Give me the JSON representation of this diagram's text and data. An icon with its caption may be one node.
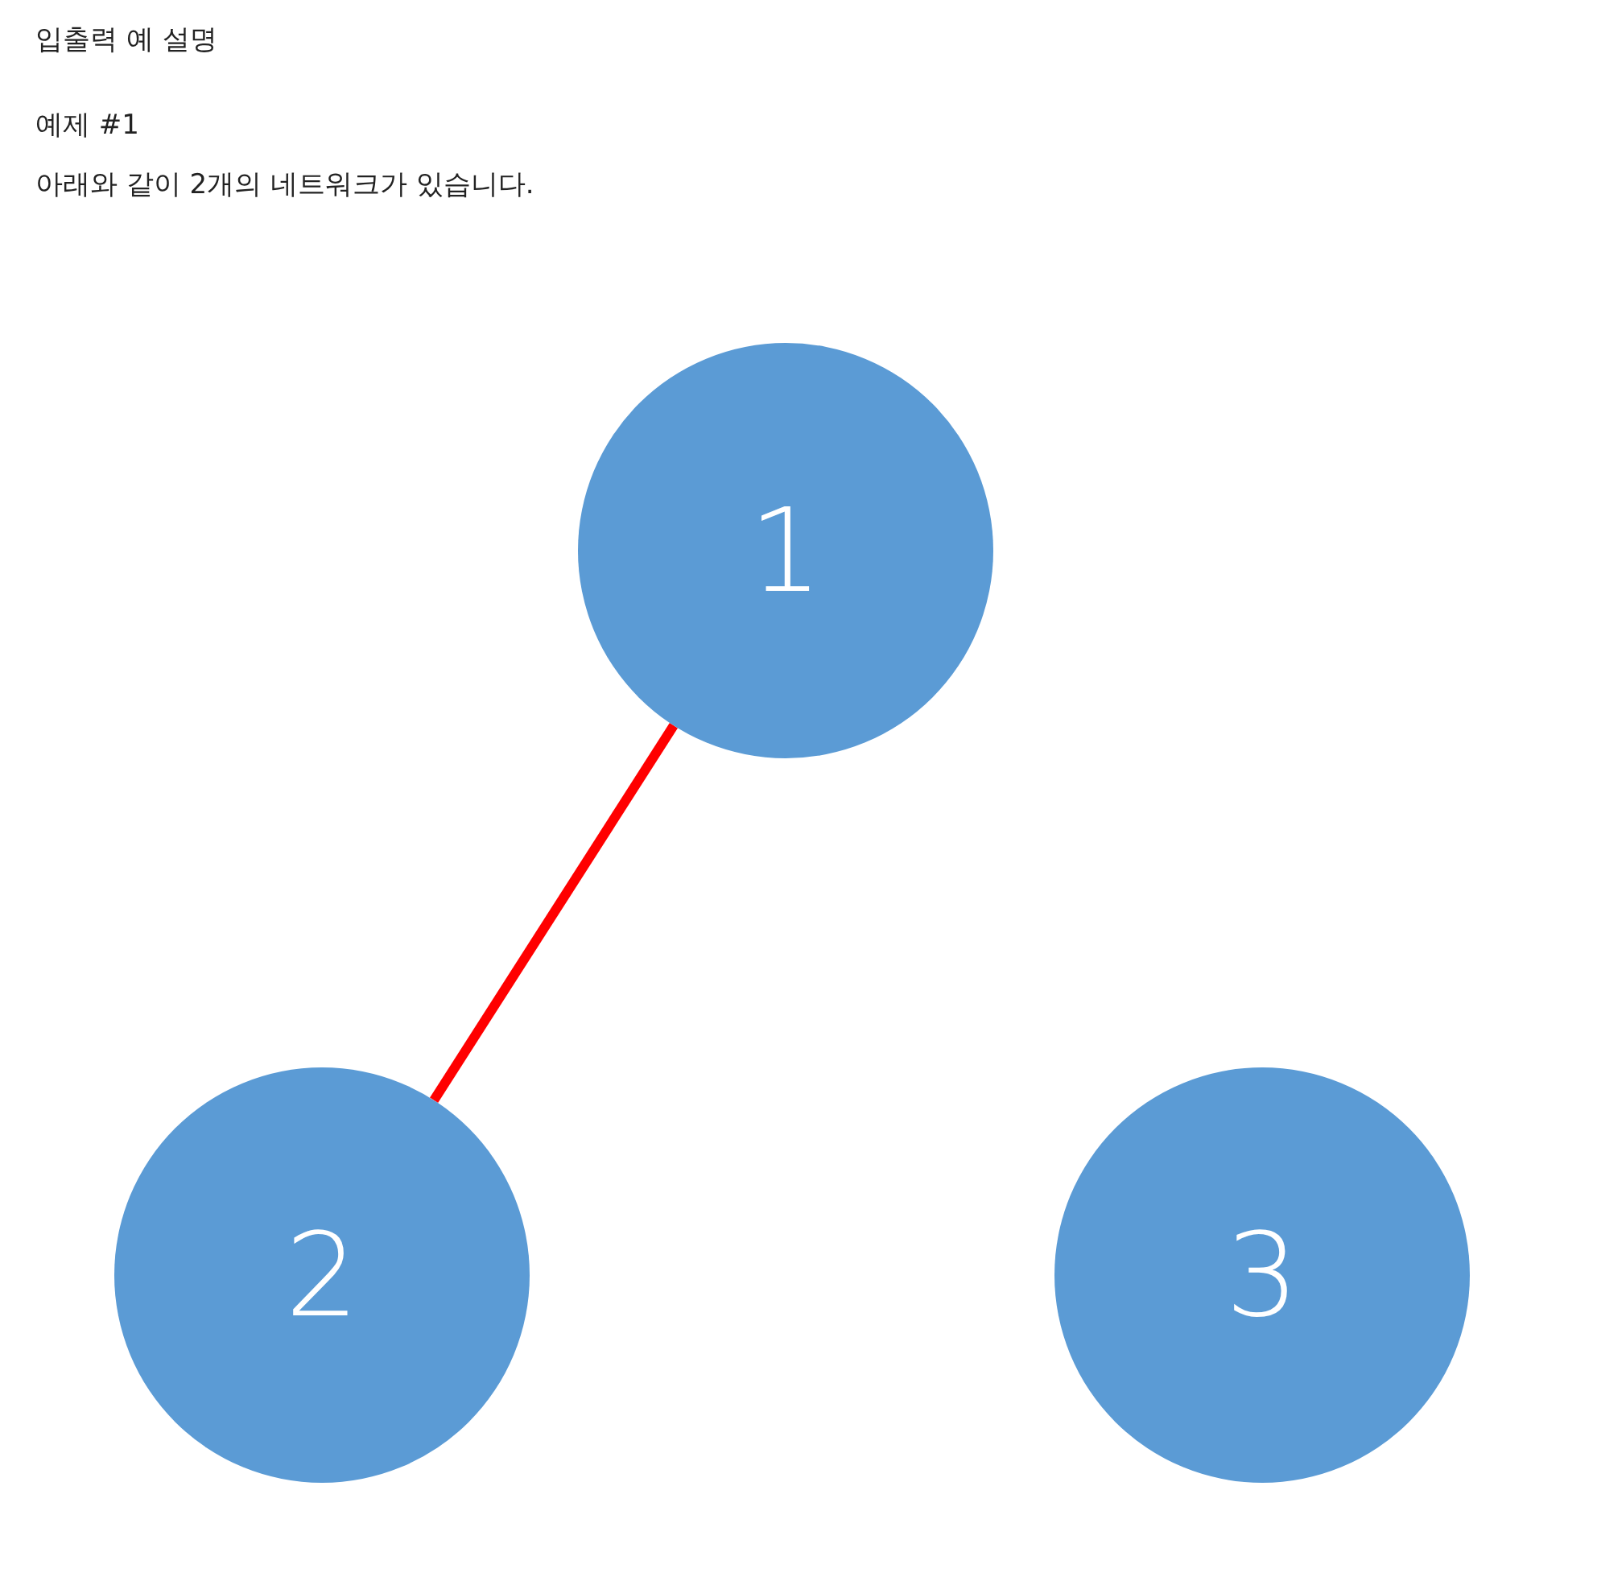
{
  "diagram": {
    "title": "입출력 예 설명",
    "nodes": [
      {
        "text": [
          "1"
        ]
      },
      {
        "text": [
          "2"
        ]
      },
      {
        "text": [
          "3"
        ]
      }
    ],
    "edges": [
      {
        "from": 0,
        "to": 1,
        "arrow": "none",
        "color": "#ff0000"
      }
    ],
    "labels": [
      "예제 #1",
      "아래와 같이 2개의 네트워크가 있습니다."
    ]
  }
}
